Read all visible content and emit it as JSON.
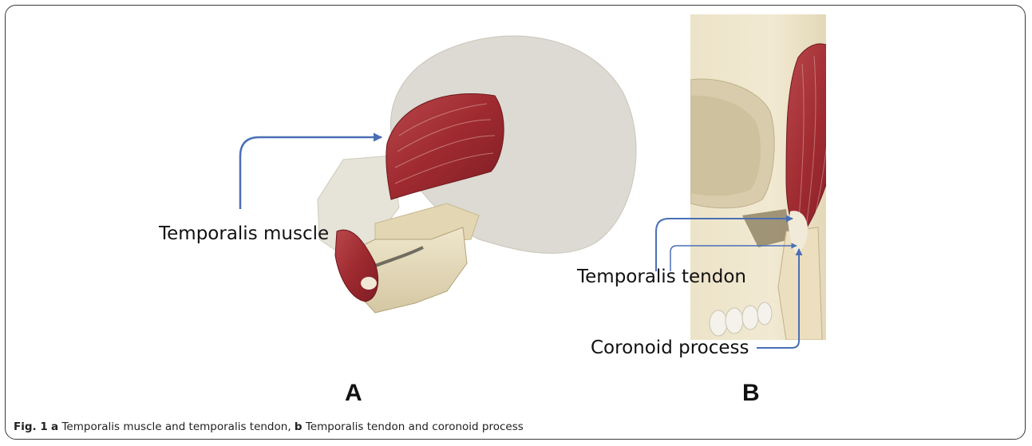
{
  "figure": {
    "panel_a": {
      "label": "A",
      "annotations": {
        "temporalis_muscle": "Temporalis muscle"
      }
    },
    "panel_b": {
      "label": "B",
      "annotations": {
        "temporalis_tendon": "Temporalis tendon",
        "coronoid_process": "Coronoid process"
      }
    },
    "caption": {
      "fig_label": "Fig. 1",
      "part_a_letter": "a",
      "part_a_text": " Temporalis muscle and temporalis tendon, ",
      "part_b_letter": "b",
      "part_b_text": " Temporalis tendon and coronoid process"
    }
  },
  "colors": {
    "arrow": "#4a6fb5",
    "muscle": "#a32e34",
    "skull": "#ddd9cc",
    "bone": "#e8dcbc"
  }
}
